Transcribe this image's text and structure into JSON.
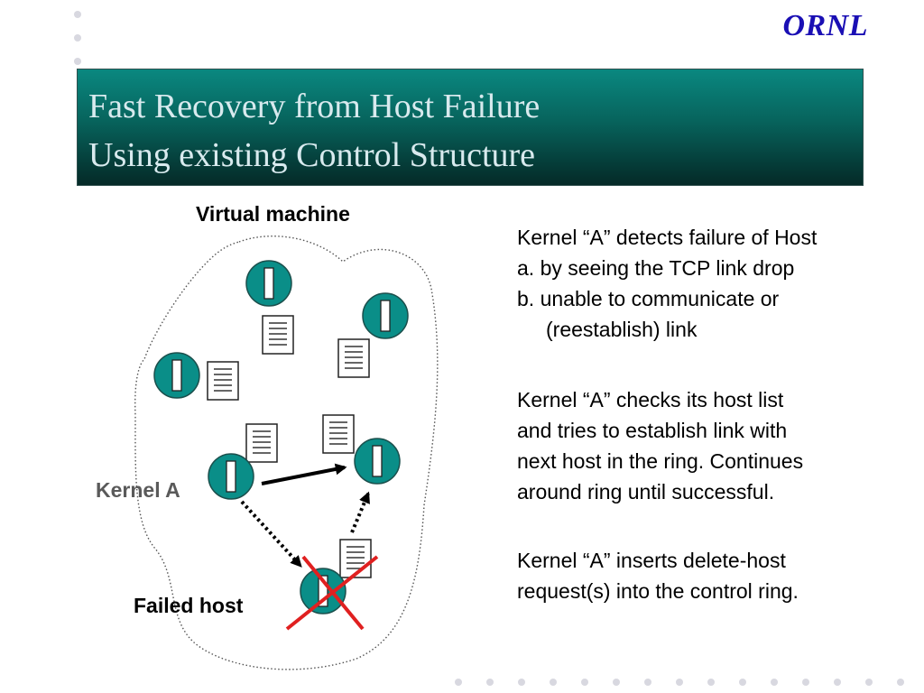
{
  "header": {
    "logo_text": "ORNL",
    "title_line1": "Fast Recovery from Host Failure",
    "title_line2": "Using existing Control Structure"
  },
  "diagram": {
    "vm_label": "Virtual machine",
    "kernel_label": "Kernel A",
    "failed_label": "Failed host"
  },
  "body": {
    "paragraph1": [
      "Kernel “A” detects failure of Host",
      "a. by seeing the TCP link drop",
      "b. unable to communicate or",
      "(reestablish) link"
    ],
    "paragraph2": [
      "Kernel “A” checks its host list",
      "and tries to establish link with",
      "next host in the ring. Continues",
      "around ring until successful."
    ],
    "paragraph3": [
      "Kernel “A” inserts delete-host",
      "request(s) into the control ring."
    ]
  },
  "colors": {
    "logo": "#1a0fb4",
    "node_fill": "#0a8e88",
    "failure_cross": "#e02020"
  },
  "icons": [
    "host-node-icon",
    "document-icon",
    "failure-cross-icon",
    "arrow-icon"
  ]
}
